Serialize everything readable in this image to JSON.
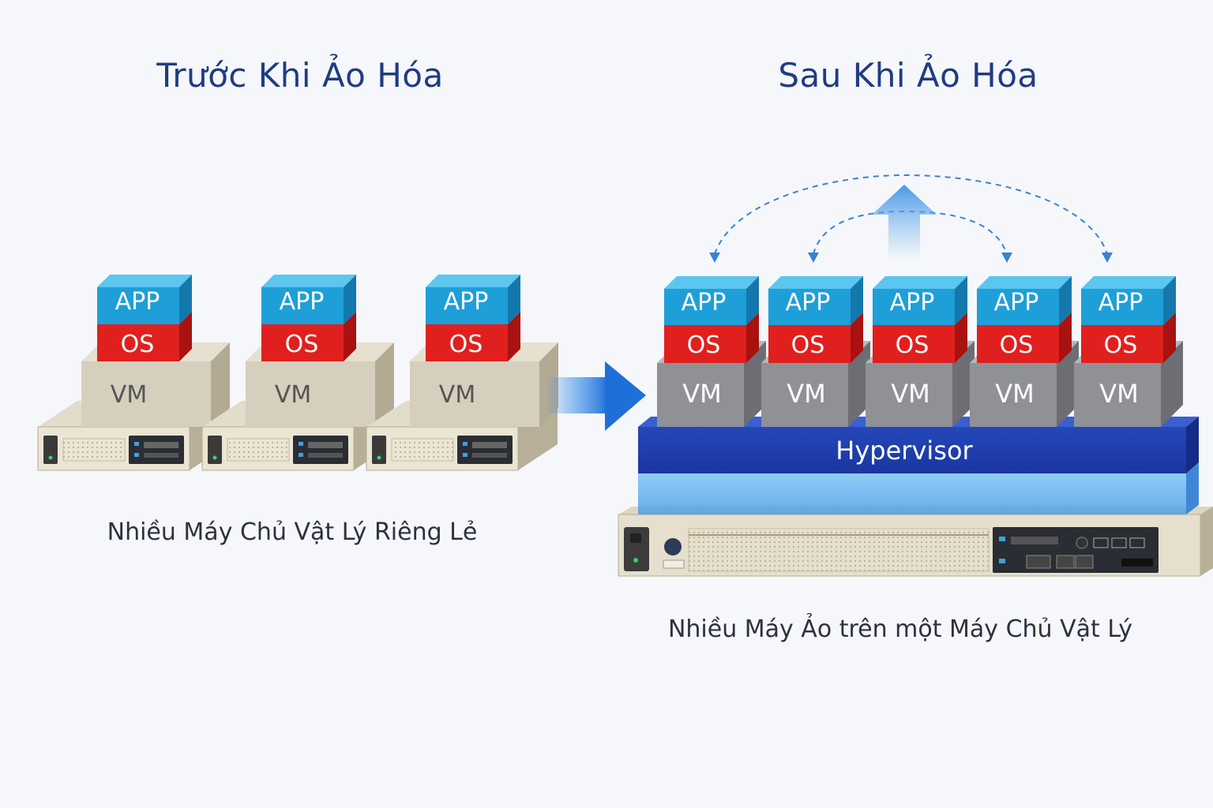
{
  "titles": {
    "before": "Trước Khi Ảo Hóa",
    "after": "Sau Khi Ảo Hóa"
  },
  "captions": {
    "before": "Nhiều Máy Chủ Vật Lý Riêng Lẻ",
    "after": "Nhiều Máy Ảo trên một Máy Chủ Vật Lý"
  },
  "before_stacks": [
    {
      "app": "APP",
      "os": "OS",
      "vm": "VM"
    },
    {
      "app": "APP",
      "os": "OS",
      "vm": "VM"
    },
    {
      "app": "APP",
      "os": "OS",
      "vm": "VM"
    }
  ],
  "after_stacks": [
    {
      "app": "APP",
      "os": "OS",
      "vm": "VM"
    },
    {
      "app": "APP",
      "os": "OS",
      "vm": "VM"
    },
    {
      "app": "APP",
      "os": "OS",
      "vm": "VM"
    },
    {
      "app": "APP",
      "os": "OS",
      "vm": "VM"
    },
    {
      "app": "APP",
      "os": "OS",
      "vm": "VM"
    }
  ],
  "hypervisor": "Hypervisor",
  "colors": {
    "title": "#1f3c82",
    "app": "#1e9fd8",
    "os": "#e0201e",
    "vm_before": "#d9d2c2",
    "vm_after": "#8f9196",
    "hypervisor": "#1e3fb0",
    "arrow": "#2a7fe0"
  }
}
